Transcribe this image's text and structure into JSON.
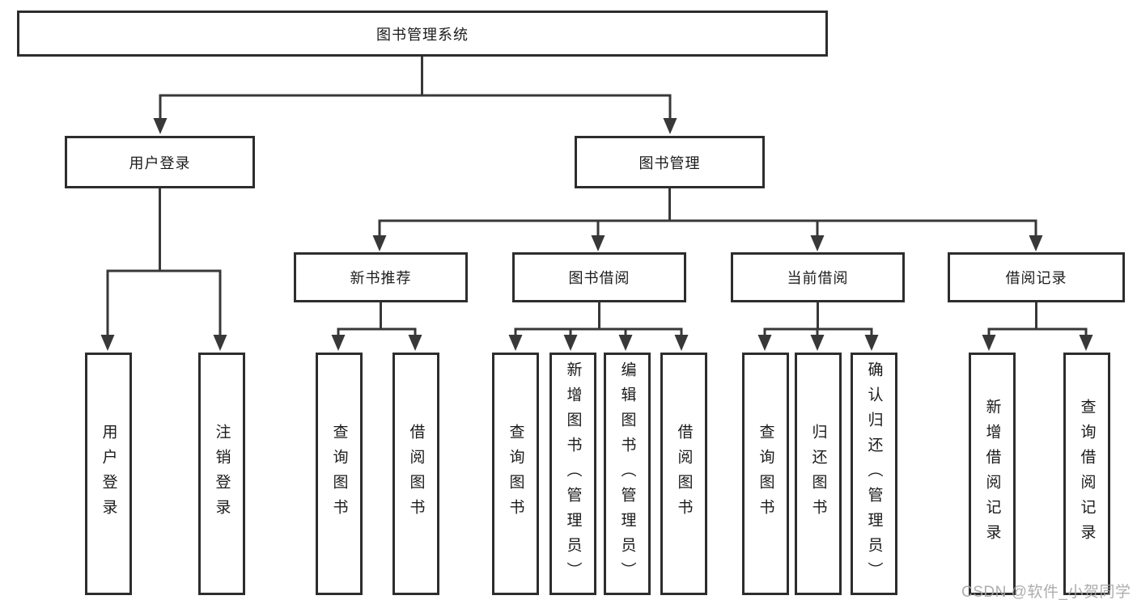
{
  "diagram_title": "图书管理系统",
  "tree": {
    "label": "图书管理系统",
    "children": [
      {
        "label": "用户登录",
        "children": [
          {
            "label": "用户登录"
          },
          {
            "label": "注销登录"
          }
        ]
      },
      {
        "label": "图书管理",
        "children": [
          {
            "label": "新书推荐",
            "children": [
              {
                "label": "查询图书"
              },
              {
                "label": "借阅图书"
              }
            ]
          },
          {
            "label": "图书借阅",
            "children": [
              {
                "label": "查询图书"
              },
              {
                "label": "新增图书（管理员）"
              },
              {
                "label": "编辑图书（管理员）"
              },
              {
                "label": "借阅图书"
              }
            ]
          },
          {
            "label": "当前借阅",
            "children": [
              {
                "label": "查询图书"
              },
              {
                "label": "归还图书"
              },
              {
                "label": "确认归还（管理员）"
              }
            ]
          },
          {
            "label": "借阅记录",
            "children": [
              {
                "label": "新增借阅记录"
              },
              {
                "label": "查询借阅记录"
              }
            ]
          }
        ]
      }
    ]
  },
  "watermark": {
    "text": "CSDN @软件_小贺同学"
  },
  "colors": {
    "line": "#383838",
    "box_border": "#2d2d2d",
    "text": "#1b1b1b",
    "watermark": "#a5a5a5",
    "background": "#ffffff"
  }
}
